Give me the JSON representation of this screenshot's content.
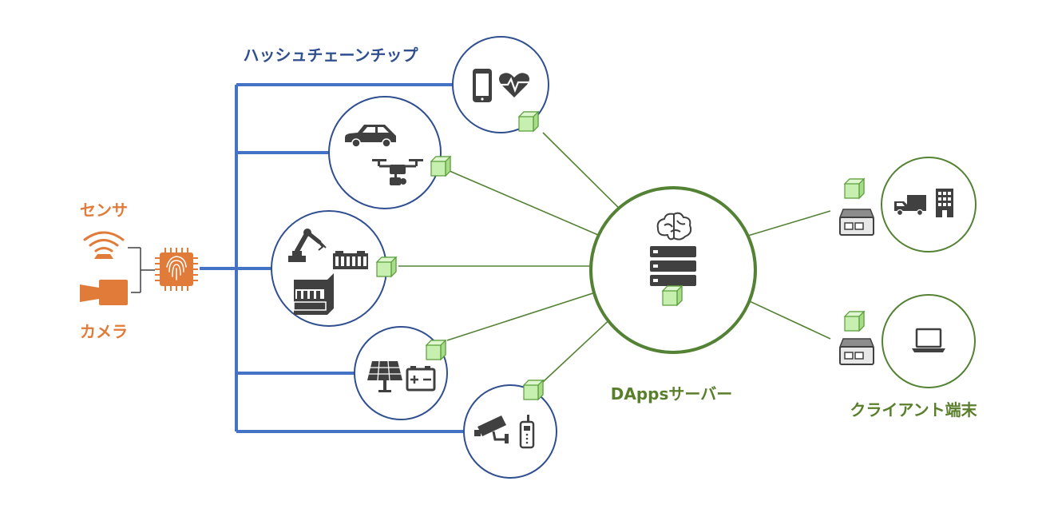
{
  "labels": {
    "hash_chip": "ハッシュチェーンチップ",
    "sensor": "センサ",
    "camera": "カメラ",
    "dapps_server": "DAppsサーバー",
    "client_terminal": "クライアント端末"
  },
  "colors": {
    "blue": "#4472c4",
    "dark_blue": "#2f4f8f",
    "green": "#548235",
    "dark_green": "#5a7f2c",
    "orange": "#e07b39",
    "icon": "#404040",
    "cube_fill": "#c6efb0",
    "cube_stroke": "#5a9e3a"
  },
  "icons": {
    "sensor": "wifi-sensor-icon",
    "camera": "camera-icon",
    "chip": "fingerprint-chip-icon",
    "mobile": "smartphone-icon",
    "health": "heart-rate-icon",
    "car": "car-icon",
    "drone": "drone-icon",
    "robot": "robot-arm-icon",
    "plc": "plc-module-icon",
    "factory": "factory-machine-icon",
    "solar": "solar-panel-icon",
    "battery": "battery-icon",
    "cctv": "security-camera-icon",
    "radio": "handheld-radio-icon",
    "brain": "brain-icon",
    "server": "server-rack-icon",
    "truck": "truck-icon",
    "building": "building-icon",
    "laptop": "laptop-icon",
    "gateway": "gateway-box-icon",
    "block": "block-cube-icon"
  }
}
